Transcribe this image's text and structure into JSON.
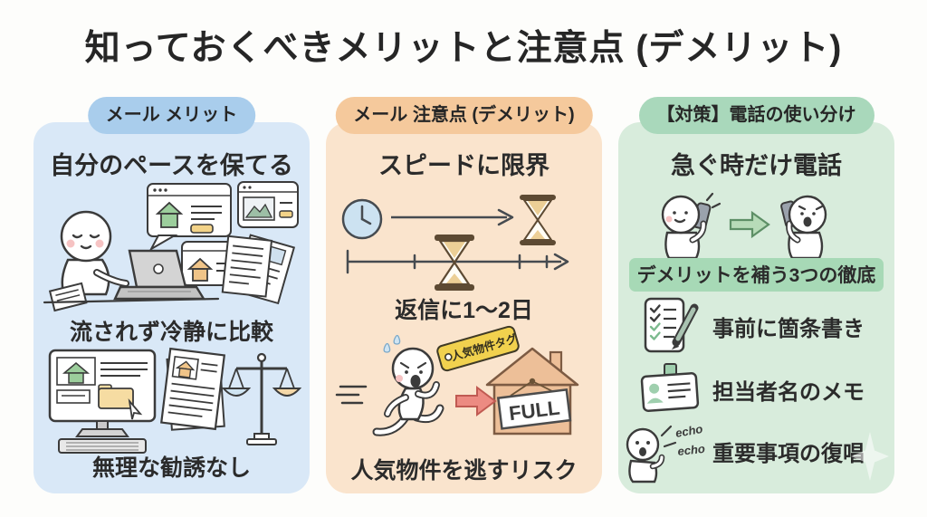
{
  "title": "知っておくべきメリットと注意点 (デメリット)",
  "columns": {
    "merit": {
      "badge": "メール メリット",
      "heading": "自分のペースを保てる",
      "caption1": "流されず冷静に比較",
      "caption2": "無理な勧誘なし"
    },
    "demerit": {
      "badge": "メール 注意点 (デメリット)",
      "heading": "スピードに限界",
      "caption1": "返信に1〜2日",
      "caption2": "人気物件を逃すリスク",
      "tag_label": "人気物件タグ",
      "full_sign": "FULL"
    },
    "solution": {
      "badge": "【対策】電話の使い分け",
      "heading": "急ぐ時だけ電話",
      "highlight": "デメリットを補う3つの徹底",
      "items": [
        {
          "icon": "checklist-pen-icon",
          "label": "事前に箇条書き"
        },
        {
          "icon": "id-card-icon",
          "label": "担当者名のメモ"
        },
        {
          "icon": "echo-person-icon",
          "label": "重要事項の復唱"
        }
      ],
      "echo1": "echo",
      "echo2": "echo"
    }
  },
  "colors": {
    "merit_bg": "#d9e8f7",
    "merit_badge": "#a9cdec",
    "demerit_bg": "#fae4cd",
    "demerit_badge": "#f5c99c",
    "solution_bg": "#d8ecdc",
    "solution_badge": "#a9d8bb",
    "highlight": "#a7d9b6",
    "text": "#2b2b2b",
    "house_fill": "#edbf98",
    "tag_yellow": "#f1d14e",
    "arrow_red": "#ec8b82",
    "arrow_green": "#b7dbb8",
    "sand": "#eccf96",
    "clock_blue": "#cce2f1"
  }
}
